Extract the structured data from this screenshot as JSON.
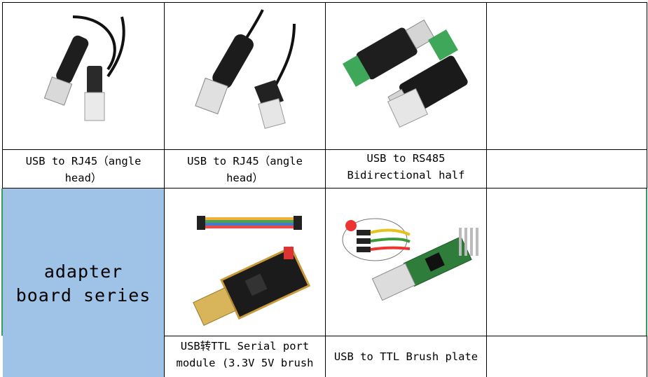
{
  "table": {
    "row1": {
      "c1_caption": "USB to RJ45（angle head）",
      "c2_caption": "USB to RJ45（angle head）",
      "c3_caption": "USB to RS485 Bidirectional half",
      "c4_caption": ""
    },
    "series_label": "adapter board series",
    "row2": {
      "c2_caption": "USB转TTL Serial port module (3.3V 5V brush",
      "c3_caption": "USB to TTL Brush plate",
      "c4_caption": ""
    }
  },
  "colors": {
    "series_bg": "#9fc3e7",
    "border": "#000000",
    "accent_border": "#3a9a5c"
  },
  "icons": {
    "img_r1c1": "usb-rj45-cable-image",
    "img_r1c2": "usb-rj45-angle-cable-image",
    "img_r1c3": "usb-rs485-adapter-image",
    "img_r2c2": "usb-ttl-module-image",
    "img_r2c3": "usb-ttl-brush-plate-image"
  }
}
